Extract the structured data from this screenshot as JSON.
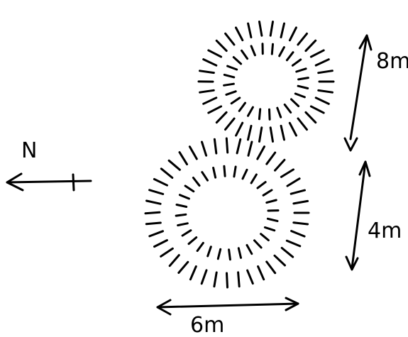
{
  "compass": {
    "label": "N"
  },
  "dimensions": {
    "height_upper": "8m",
    "height_lower": "4m",
    "width_lower": "6m"
  },
  "ink_color": "#000000",
  "background_color": "#ffffff"
}
